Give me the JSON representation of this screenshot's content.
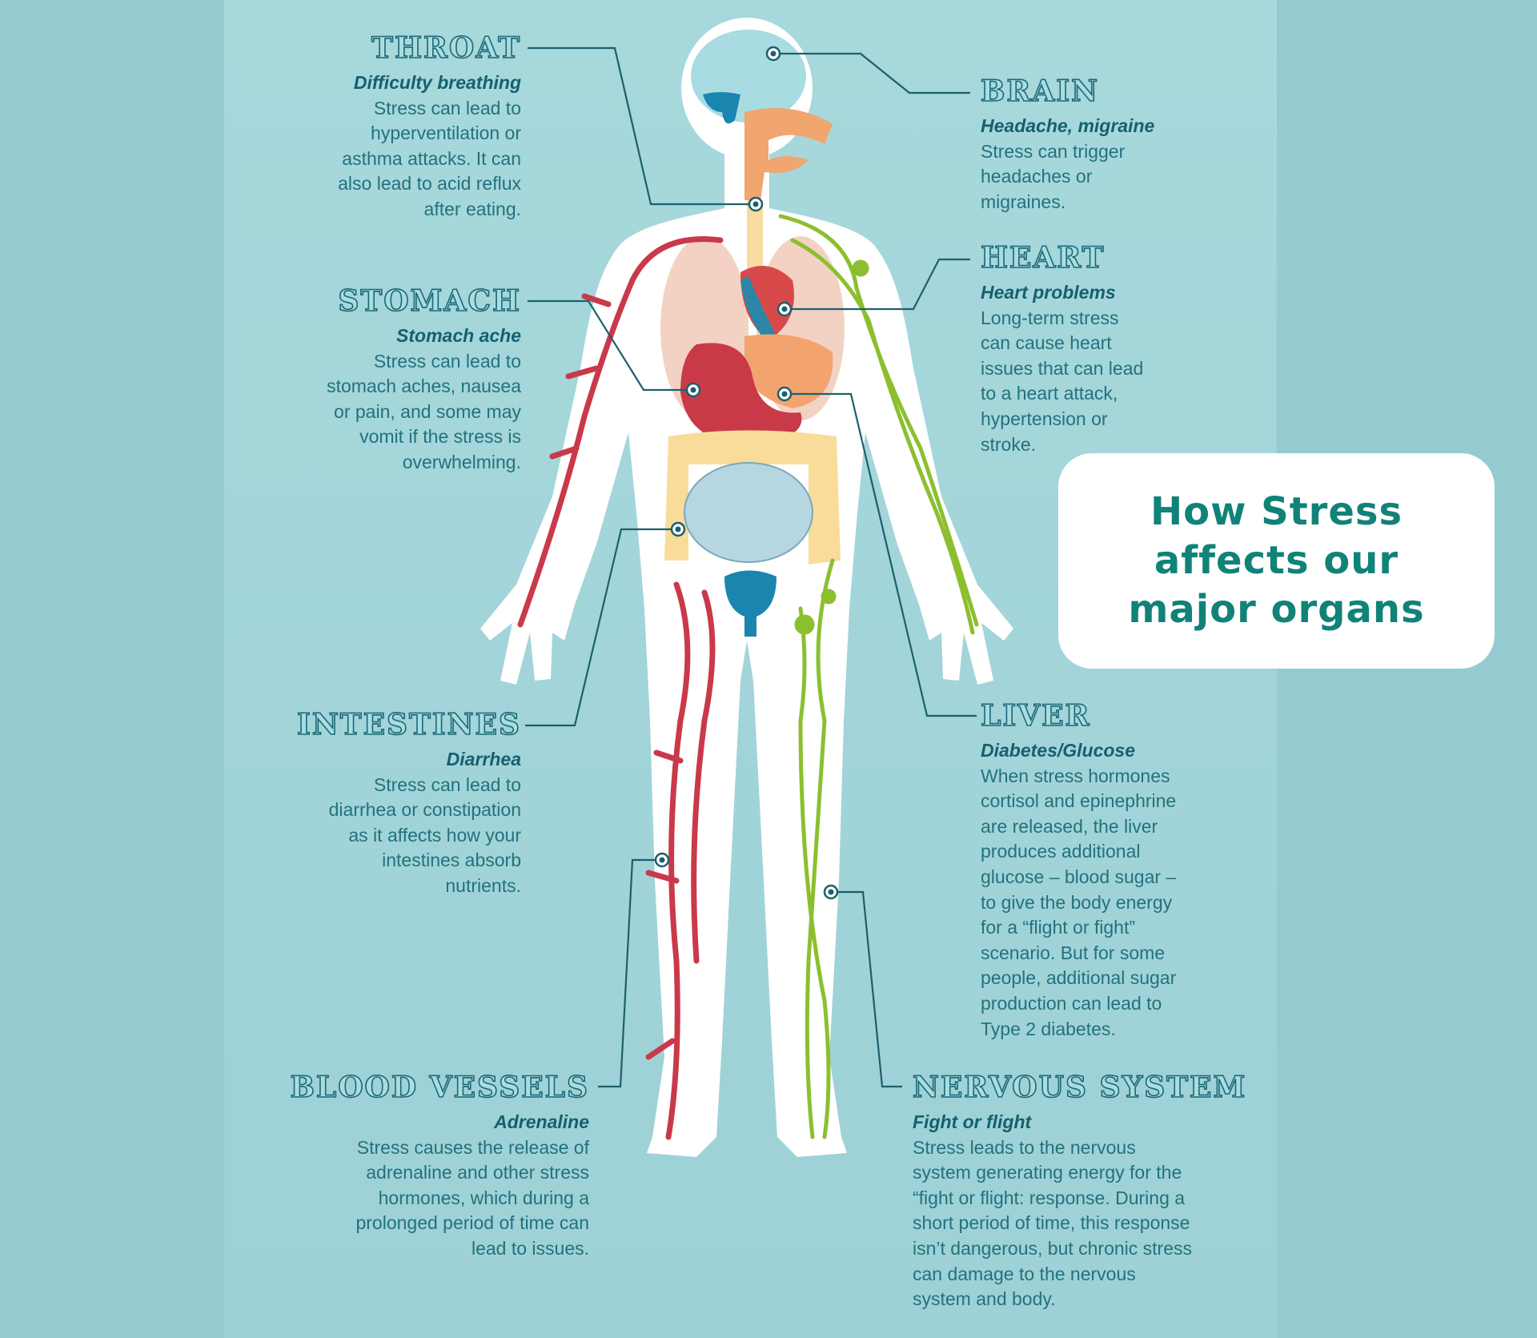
{
  "title": {
    "lines": [
      "How Stress",
      "affects our",
      "major organs"
    ]
  },
  "colors": {
    "accent": "#118278",
    "text": "#1c6878",
    "background": "#9dd1d6",
    "artery": "#c9394a",
    "nerve": "#8cbf2f"
  },
  "organs": {
    "throat": {
      "heading": "THROAT",
      "subtitle": "Difficulty breathing",
      "body": "Stress can lead to\nhyperventilation or\nasthma attacks. It can\nalso lead to acid reflux\nafter eating."
    },
    "stomach": {
      "heading": "STOMACH",
      "subtitle": "Stomach ache",
      "body": "Stress can lead to\nstomach aches, nausea\nor pain, and some may\nvomit if the stress is\noverwhelming."
    },
    "intestines": {
      "heading": "INTESTINES",
      "subtitle": "Diarrhea",
      "body": "Stress can lead to\ndiarrhea or constipation\nas it affects how your\nintestines absorb\nnutrients."
    },
    "blood_vessels": {
      "heading": "BLOOD VESSELS",
      "subtitle": "Adrenaline",
      "body": "Stress causes the release of\nadrenaline and other stress\nhormones, which during a\nprolonged period of time can\nlead to issues."
    },
    "brain": {
      "heading": "BRAIN",
      "subtitle": "Headache, migraine",
      "body": "Stress can trigger\nheadaches or\nmigraines."
    },
    "heart": {
      "heading": "HEART",
      "subtitle": "Heart problems",
      "body": "Long-term stress\ncan cause heart\nissues that can lead\nto a heart attack,\nhypertension or\nstroke."
    },
    "liver": {
      "heading": "LIVER",
      "subtitle": "Diabetes/Glucose",
      "body": "When stress hormones\ncortisol and epinephrine\nare released, the liver\nproduces additional\nglucose – blood sugar –\nto give the body energy\nfor a “flight or fight”\nscenario. But for some\npeople, additional sugar\nproduction can lead to\nType 2 diabetes."
    },
    "nervous_system": {
      "heading": "NERVOUS SYSTEM",
      "subtitle": "Fight or flight",
      "body": "Stress leads to the nervous\nsystem generating energy for the\n“fight or flight: response. During a\nshort period of time, this response\nisn’t dangerous, but chronic stress\ncan damage to the nervous\nsystem and body."
    }
  }
}
